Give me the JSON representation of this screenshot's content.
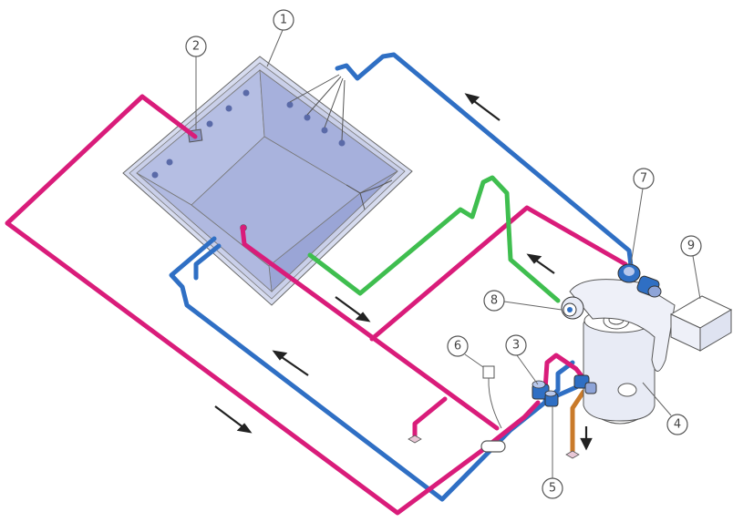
{
  "callouts": {
    "c1": "1",
    "c2": "2",
    "c3": "3",
    "c4": "4",
    "c5": "5",
    "c6": "6",
    "c7": "7",
    "c8": "8",
    "c9": "9"
  },
  "colors": {
    "blue_pipe": "#2f6fc4",
    "magenta_pipe": "#d91c7a",
    "green_pipe": "#3fbe4f",
    "orange_pipe": "#c97a2a",
    "pool_fill": "#a9b3dd",
    "pool_edge": "#c9cfe9",
    "equipment_fill": "#e8ebf5"
  }
}
